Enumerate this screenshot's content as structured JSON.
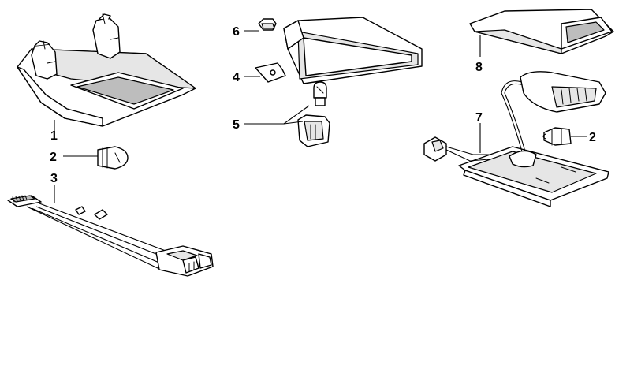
{
  "callouts": [
    {
      "id": "1",
      "label": "1"
    },
    {
      "id": "2a",
      "label": "2"
    },
    {
      "id": "3",
      "label": "3"
    },
    {
      "id": "6",
      "label": "6"
    },
    {
      "id": "4",
      "label": "4"
    },
    {
      "id": "5",
      "label": "5"
    },
    {
      "id": "8",
      "label": "8"
    },
    {
      "id": "7",
      "label": "7"
    },
    {
      "id": "2b",
      "label": "2"
    }
  ]
}
